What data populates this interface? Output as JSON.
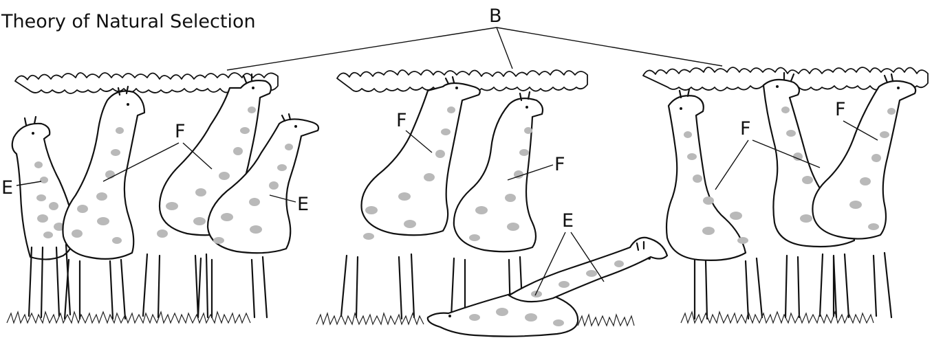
{
  "title": "Theory of Natural Selection",
  "labels": {
    "b": "B",
    "e": "E",
    "f": "F"
  },
  "colors": {
    "ink": "#111111",
    "spots": "#b9b9b9",
    "background": "#ffffff"
  },
  "panels": [
    {
      "giraffes": [
        {
          "label": "E",
          "state": "standing, short neck"
        },
        {
          "label": "F",
          "state": "standing, long neck"
        },
        {
          "label": "F",
          "state": "standing, long neck"
        },
        {
          "label": "E",
          "state": "standing, short neck"
        }
      ]
    },
    {
      "giraffes": [
        {
          "label": "F",
          "state": "standing, long neck"
        },
        {
          "label": "F",
          "state": "standing, long neck"
        },
        {
          "label": "E",
          "state": "lying down"
        },
        {
          "label": "E",
          "state": "lying down"
        }
      ]
    },
    {
      "giraffes": [
        {
          "label": "F",
          "state": "standing, long neck"
        },
        {
          "label": "F",
          "state": "standing, long neck"
        },
        {
          "label": "F",
          "state": "standing, long neck"
        }
      ]
    }
  ]
}
